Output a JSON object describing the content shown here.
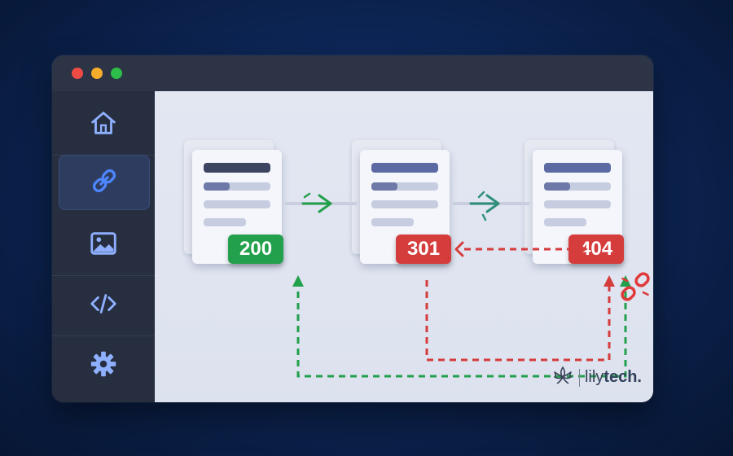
{
  "window": {
    "controls": [
      "close",
      "minimize",
      "maximize"
    ]
  },
  "sidebar": {
    "items": [
      {
        "icon": "home-icon",
        "active": false
      },
      {
        "icon": "link-icon",
        "active": true
      },
      {
        "icon": "image-icon",
        "active": false
      },
      {
        "icon": "code-icon",
        "active": false
      },
      {
        "icon": "gear-icon",
        "active": false
      }
    ]
  },
  "pages": [
    {
      "status_code": "200",
      "status": "ok"
    },
    {
      "status_code": "301",
      "status": "redirect"
    },
    {
      "status_code": "404",
      "status": "not-found"
    }
  ],
  "logo": {
    "brand_prefix": "lily",
    "brand_suffix": "tech.",
    "icon": "lily-flower-icon"
  },
  "colors": {
    "accent_blue": "#4a7cf0",
    "ok_green": "#23a04c",
    "error_red": "#d53c3c"
  }
}
